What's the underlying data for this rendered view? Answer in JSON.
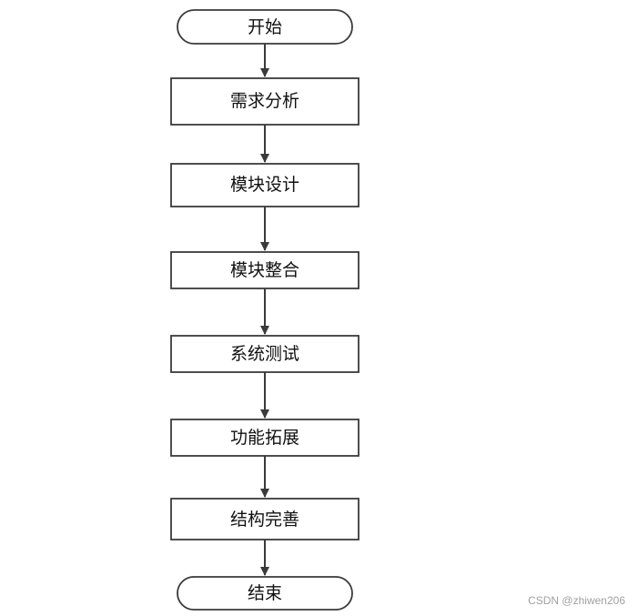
{
  "flowchart": {
    "nodes": [
      {
        "id": "start",
        "shape": "terminal",
        "label": "开始"
      },
      {
        "id": "requirements",
        "shape": "process",
        "label": "需求分析"
      },
      {
        "id": "module-design",
        "shape": "process",
        "label": "模块设计"
      },
      {
        "id": "module-integration",
        "shape": "process",
        "label": "模块整合"
      },
      {
        "id": "system-testing",
        "shape": "process",
        "label": "系统测试"
      },
      {
        "id": "feature-extension",
        "shape": "process",
        "label": "功能拓展"
      },
      {
        "id": "structure-refinement",
        "shape": "process",
        "label": "结构完善"
      },
      {
        "id": "end",
        "shape": "terminal",
        "label": "结束"
      }
    ],
    "edges": [
      {
        "from": "start",
        "to": "requirements"
      },
      {
        "from": "requirements",
        "to": "module-design"
      },
      {
        "from": "module-design",
        "to": "module-integration"
      },
      {
        "from": "module-integration",
        "to": "system-testing"
      },
      {
        "from": "system-testing",
        "to": "feature-extension"
      },
      {
        "from": "feature-extension",
        "to": "structure-refinement"
      },
      {
        "from": "structure-refinement",
        "to": "end"
      }
    ]
  },
  "watermark": "CSDN @zhiwen206",
  "colors": {
    "stroke": "#3a3a3a",
    "text": "#111111",
    "background": "#ffffff",
    "watermark": "#a0a0a0"
  }
}
